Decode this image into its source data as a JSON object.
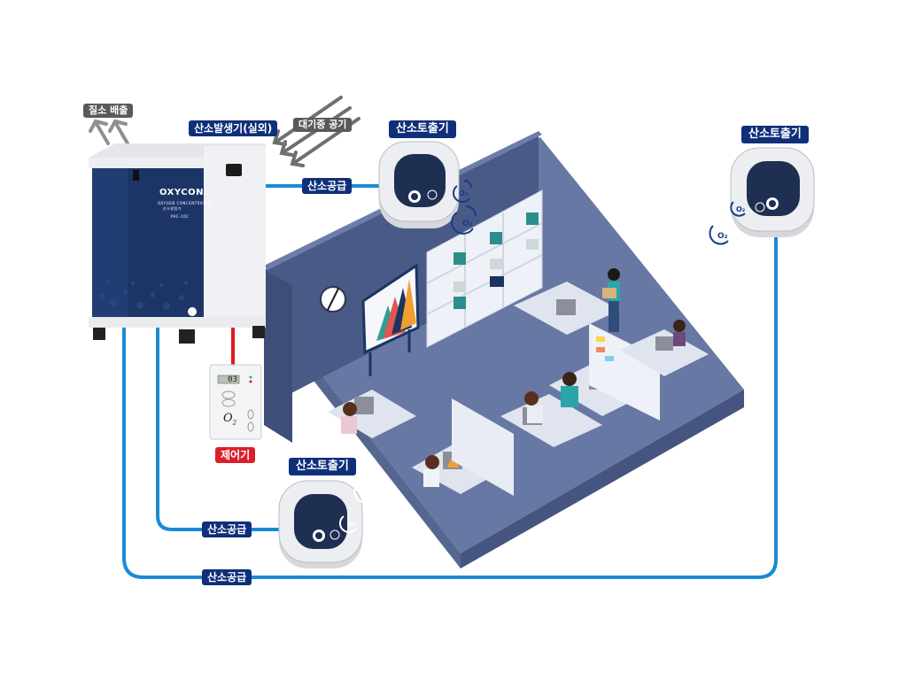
{
  "title": "산소발생기 시스템 구성도",
  "labels": {
    "nitrogen_exhaust": "질소 배출",
    "oxygen_generator_outdoor": "산소발생기(실외)",
    "atmospheric_air": "대기중 공기",
    "oxygen_outlet_top": "산소토출기",
    "oxygen_outlet_right": "산소토출기",
    "oxygen_outlet_bottom": "산소토출기",
    "oxygen_supply_top": "산소공급",
    "oxygen_supply_middle": "산소공급",
    "oxygen_supply_bottom": "산소공급",
    "controller": "제어기"
  },
  "generator": {
    "brand": "OXYCON",
    "subtitle_line1": "OXYGEN CONCENTRATOR",
    "subtitle_line2": "산소발생기",
    "model": "PAC-10C"
  },
  "controller_device": {
    "display_value": "03",
    "symbol": "O",
    "symbol_sub": "2"
  },
  "o2_badge": "O₂",
  "colors": {
    "supply_line": "#1b8ad6",
    "control_line": "#e01b24",
    "label_navy": "#0f2f7a",
    "label_gray": "#5a5a5a",
    "label_red": "#d9202a",
    "office_wall": "#4a5a86",
    "office_floor": "#6a7aa6",
    "generator_panel": "#1c3566"
  }
}
